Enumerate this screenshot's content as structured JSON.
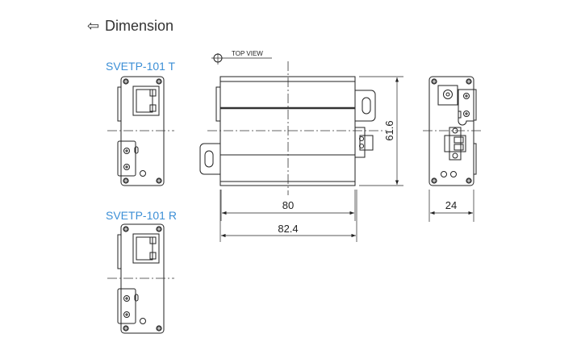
{
  "header": {
    "icon": "left-arrow-icon",
    "arrow": "⇦",
    "title": "Dimension"
  },
  "drawing": {
    "model_t": "SVETP-101 T",
    "model_r": "SVETP-101 R",
    "top_view": "TOP VIEW",
    "dimensions": {
      "length_body": "80",
      "length_total": "82.4",
      "height": "61.6",
      "width": "24"
    }
  },
  "colors": {
    "model_label": "#3c8fd6",
    "title": "#333333"
  }
}
